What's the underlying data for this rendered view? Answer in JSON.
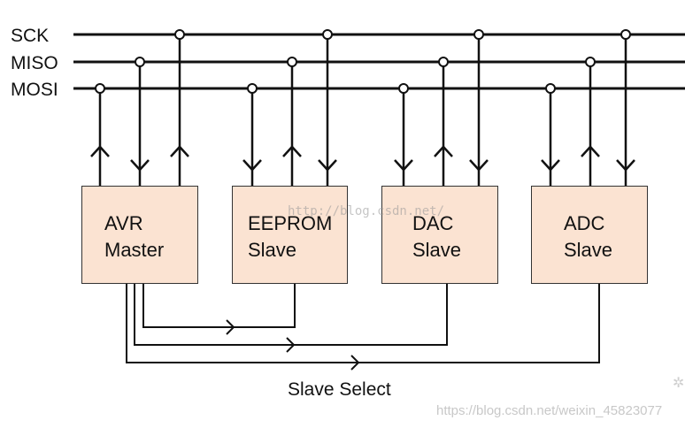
{
  "buses": {
    "sck": "SCK",
    "miso": "MISO",
    "mosi": "MOSI"
  },
  "devices": [
    {
      "line1": "AVR",
      "line2": "Master"
    },
    {
      "line1": "EEPROM",
      "line2": "Slave"
    },
    {
      "line1": "DAC",
      "line2": "Slave"
    },
    {
      "line1": "ADC",
      "line2": "Slave"
    }
  ],
  "caption": "Slave Select",
  "watermark": {
    "url": "https://blog.csdn.net/weixin_45823077",
    "center": "http://blog.csdn.net/"
  },
  "colors": {
    "line": "#111111",
    "box_fill": "#fbe3d2",
    "box_border": "#333333"
  }
}
